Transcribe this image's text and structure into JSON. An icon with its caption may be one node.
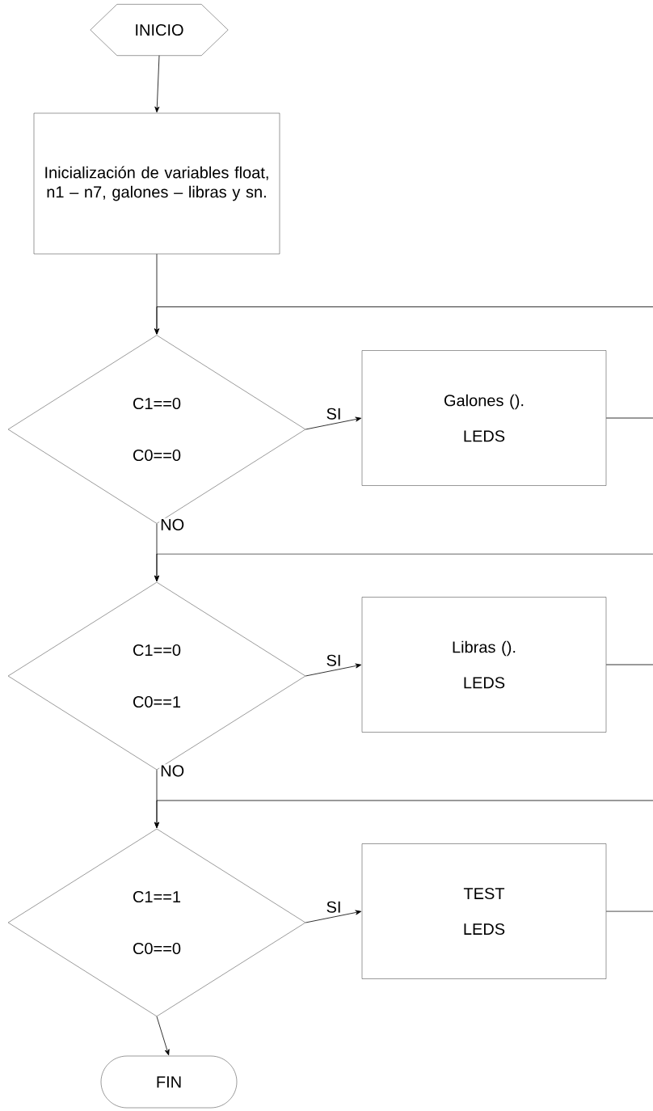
{
  "diagram": {
    "nodes": [
      {
        "text": [
          "INICIO"
        ]
      },
      {
        "text": [
          "Inicialización de variables float, n1 – n7, galones – libras y sn."
        ]
      },
      {
        "text": [
          "C1==0",
          "C0==0"
        ]
      },
      {
        "text": [
          "Galones ().",
          "LEDS"
        ]
      },
      {
        "text": [
          "C1==0",
          "C0==1"
        ]
      },
      {
        "text": [
          "Libras ().",
          "LEDS"
        ]
      },
      {
        "text": [
          "C1==1",
          "C0==0"
        ]
      },
      {
        "text": [
          "TEST",
          "LEDS"
        ]
      },
      {
        "text": [
          "FIN"
        ]
      }
    ],
    "edges": [
      {
        "from": 0,
        "to": 1,
        "arrow": "to"
      },
      {
        "from": 1,
        "to": 2,
        "arrow": "to"
      },
      {
        "from": 2,
        "to": 3,
        "arrow": "to",
        "label": "SI"
      },
      {
        "from": 3,
        "to": null,
        "arrow": "none"
      },
      {
        "from": null,
        "to": 2,
        "arrow": "to"
      },
      {
        "from": 2,
        "to": 4,
        "arrow": "to",
        "label": "NO"
      },
      {
        "from": 4,
        "to": 5,
        "arrow": "to",
        "label": "SI"
      },
      {
        "from": 5,
        "to": null,
        "arrow": "none"
      },
      {
        "from": null,
        "to": 4,
        "arrow": "to"
      },
      {
        "from": 4,
        "to": 6,
        "arrow": "to",
        "label": "NO"
      },
      {
        "from": 6,
        "to": 7,
        "arrow": "to",
        "label": "SI"
      },
      {
        "from": 7,
        "to": null,
        "arrow": "none"
      },
      {
        "from": null,
        "to": 6,
        "arrow": "to"
      },
      {
        "from": 6,
        "to": 8,
        "arrow": "to"
      }
    ]
  }
}
